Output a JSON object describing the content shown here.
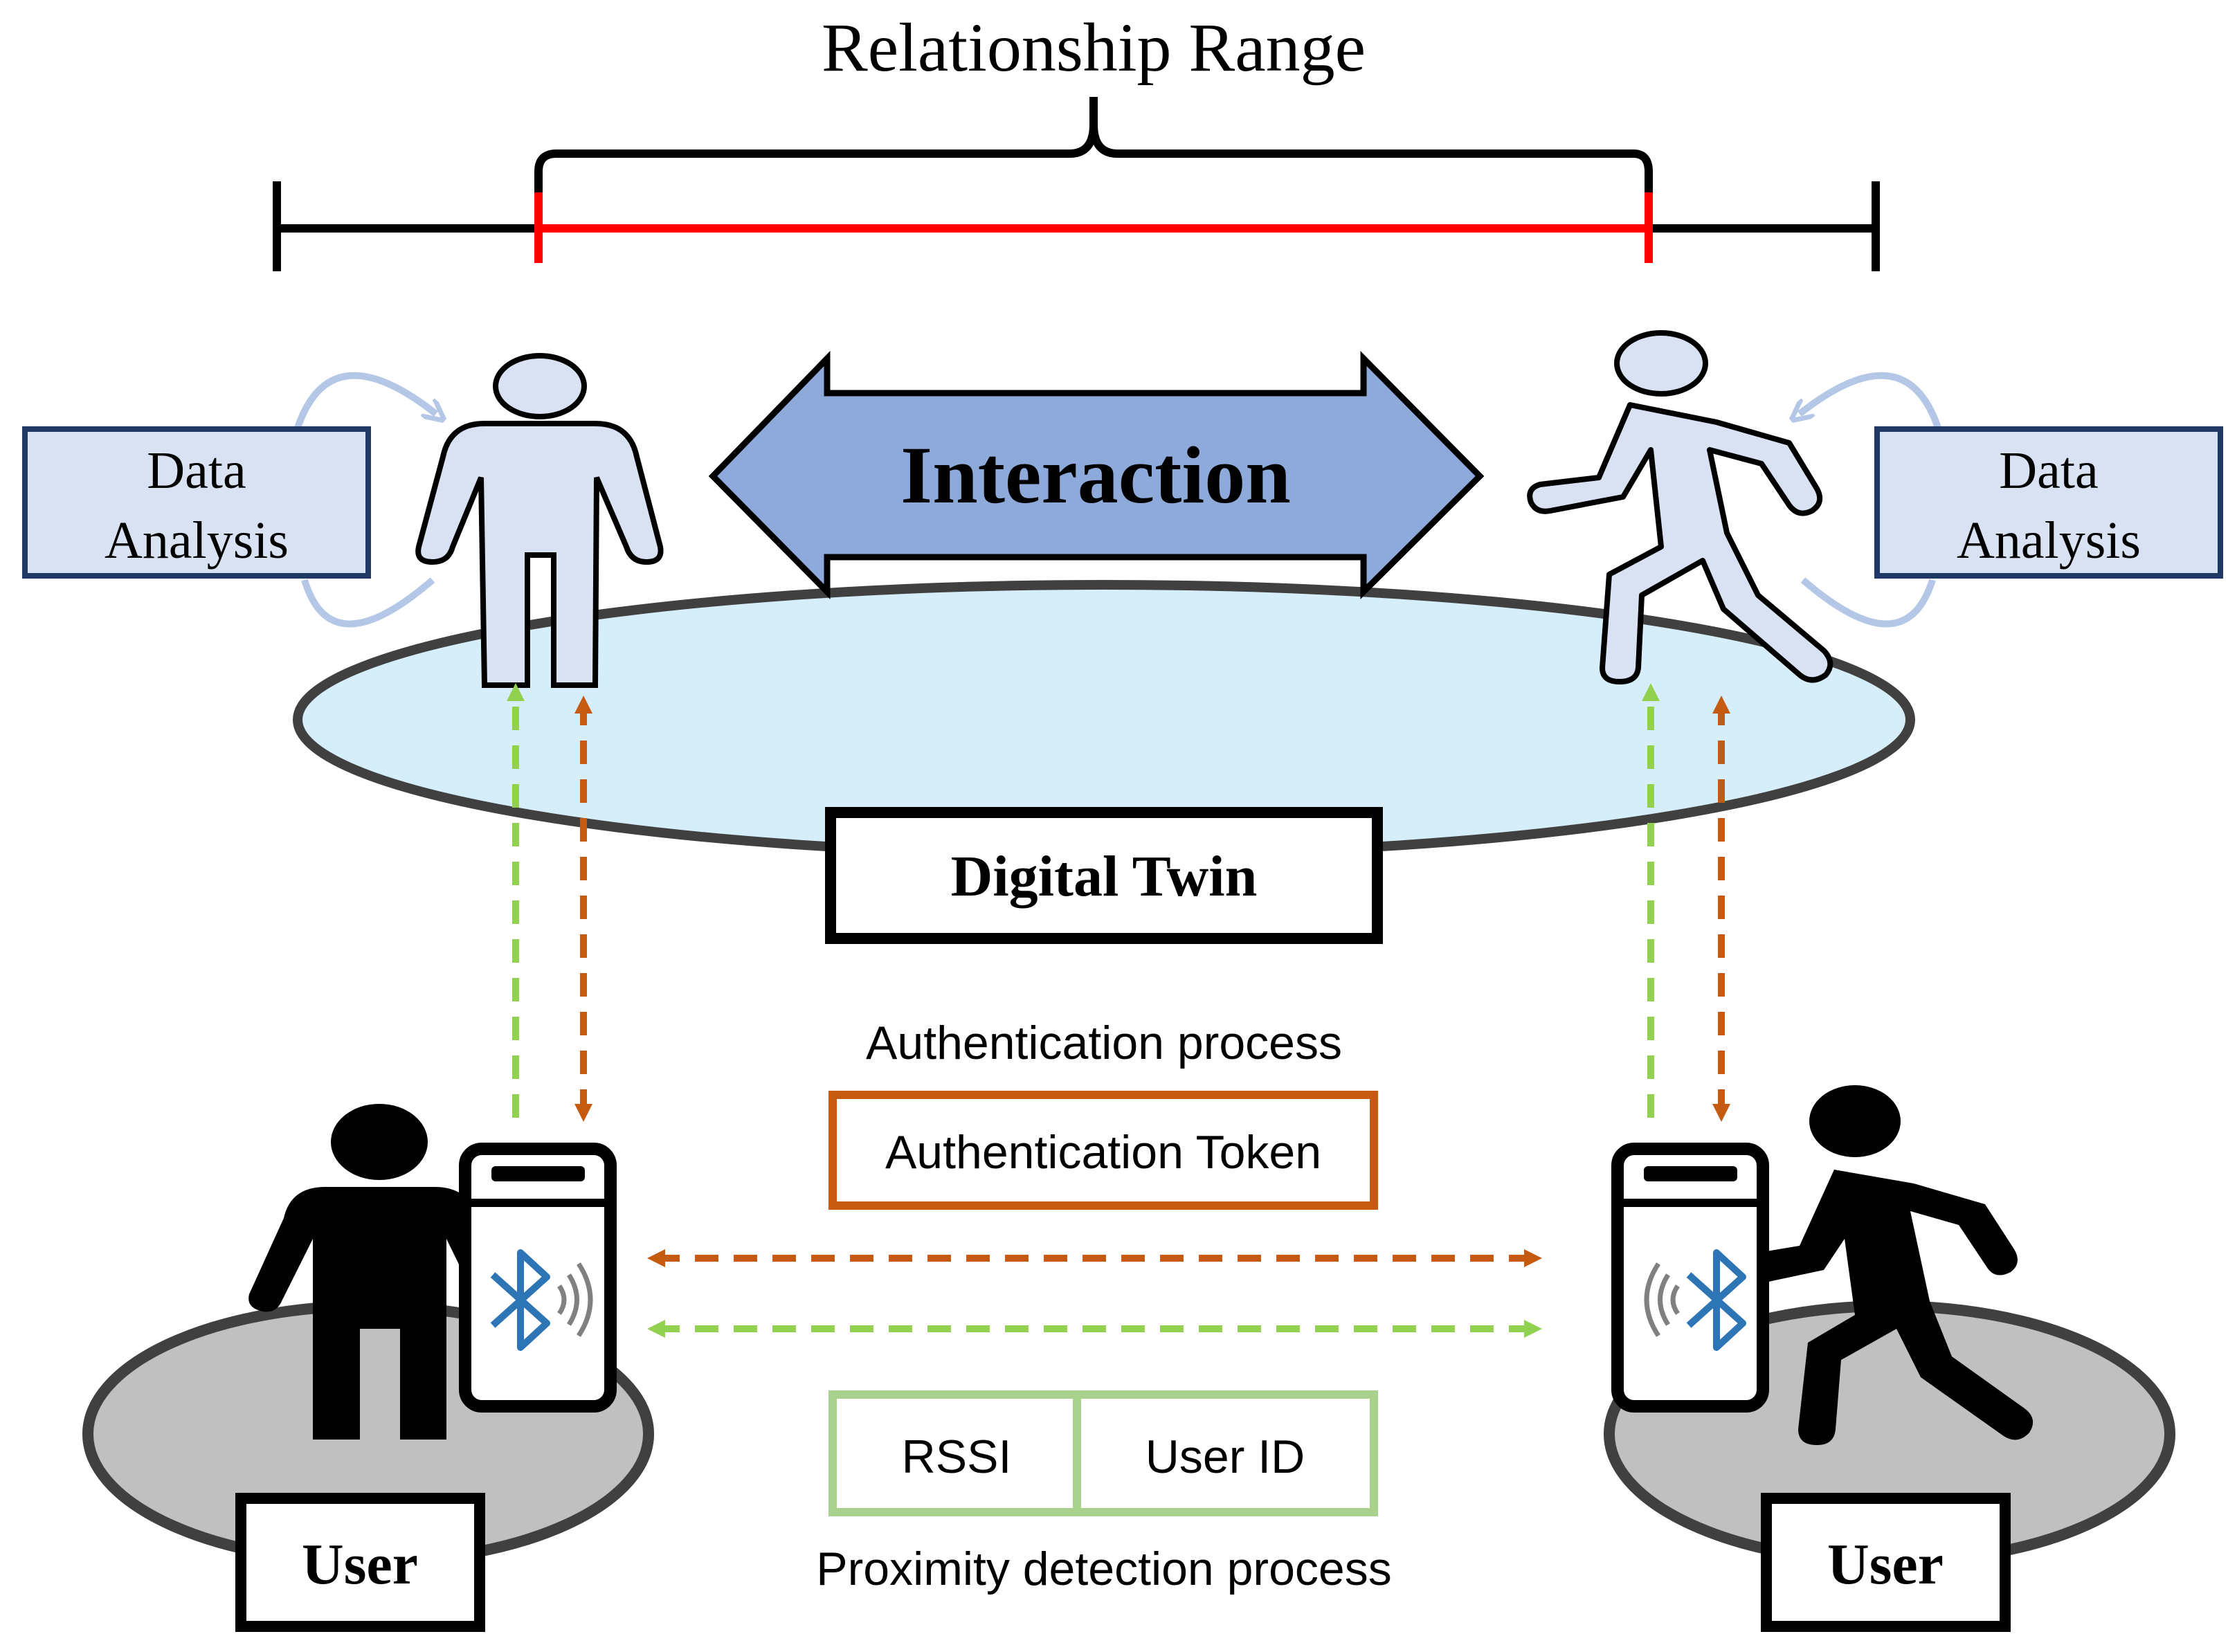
{
  "relationship_range": {
    "title": "Relationship Range"
  },
  "interaction": {
    "label": "Interaction"
  },
  "left_panel": {
    "data_analysis_line1": "Data",
    "data_analysis_line2": "Analysis"
  },
  "right_panel": {
    "data_analysis_line1": "Data",
    "data_analysis_line2": "Analysis"
  },
  "digital_twin": {
    "label": "Digital Twin"
  },
  "authentication": {
    "process_label": "Authentication process",
    "token_label": "Authentication Token"
  },
  "proximity": {
    "rssi_label": "RSSI",
    "user_id_label": "User ID",
    "process_label": "Proximity detection process"
  },
  "left_user": {
    "label": "User"
  },
  "right_user": {
    "label": "User"
  },
  "colors": {
    "range_line": "#000000",
    "range_highlight": "#ff0000",
    "interaction_fill": "#8eaadb",
    "digital_twin_platform": "#d6eefa",
    "avatar_fill": "#d9e2f3",
    "data_box_fill": "#d9e2f3",
    "data_box_border": "#1f3864",
    "cycle_arrow": "#b4c7e7",
    "auth_arrow": "#c55a11",
    "proximity_arrow": "#92d050",
    "proximity_box_border": "#a9d18e",
    "user_platform": "#c0c0c0",
    "bluetooth": "#2e75b6"
  },
  "icons": [
    "standing-avatar-icon",
    "walking-avatar-icon",
    "standing-person-icon",
    "walking-person-icon",
    "smartphone-icon",
    "bluetooth-icon"
  ]
}
